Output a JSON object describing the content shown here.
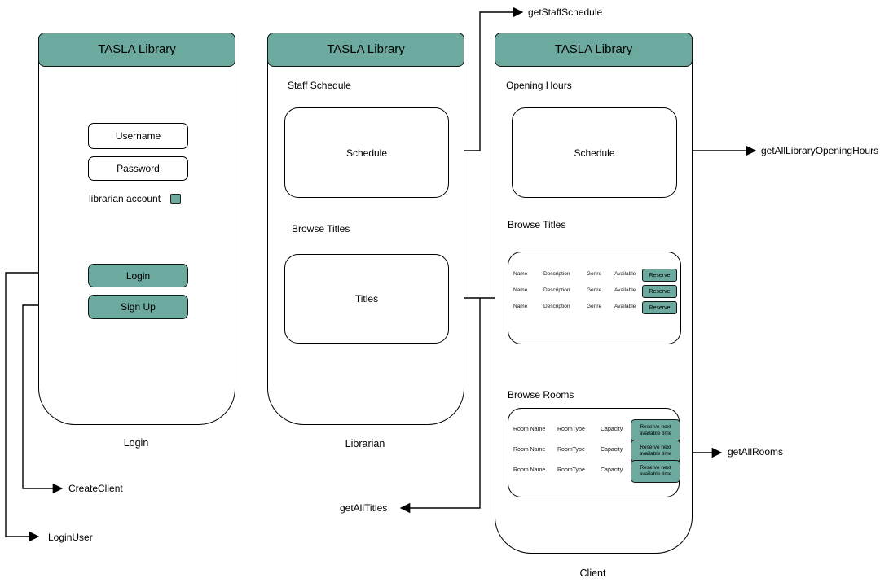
{
  "colors": {
    "accent_teal": "#6CA99E",
    "stroke": "#000000",
    "background": "#FFFFFF"
  },
  "screens": {
    "login": {
      "header": "TASLA Library",
      "username_placeholder": "Username",
      "password_placeholder": "Password",
      "librarian_checkbox_label": "librarian account",
      "login_button": "Login",
      "signup_button": "Sign Up",
      "caption": "Login"
    },
    "librarian": {
      "header": "TASLA Library",
      "staff_schedule_label": "Staff Schedule",
      "schedule_box": "Schedule",
      "browse_titles_label": "Browse Titles",
      "titles_box": "Titles",
      "caption": "Librarian"
    },
    "client": {
      "header": "TASLA Library",
      "opening_hours_label": "Opening Hours",
      "schedule_box": "Schedule",
      "browse_titles_label": "Browse Titles",
      "titles_table": {
        "rows": [
          {
            "name": "Name",
            "description": "Description",
            "genre": "Genre",
            "available": "Available",
            "reserve": "Reserve"
          },
          {
            "name": "Name",
            "description": "Description",
            "genre": "Genre",
            "available": "Available",
            "reserve": "Reserve"
          },
          {
            "name": "Name",
            "description": "Description",
            "genre": "Genre",
            "available": "Available",
            "reserve": "Reserve"
          }
        ]
      },
      "browse_rooms_label": "Browse Rooms",
      "rooms_table": {
        "rows": [
          {
            "room_name": "Room Name",
            "room_type": "RoomType",
            "capacity": "Capacity",
            "reserve": "Reserve next available time"
          },
          {
            "room_name": "Room Name",
            "room_type": "RoomType",
            "capacity": "Capacity",
            "reserve": "Reserve next available time"
          },
          {
            "room_name": "Room Name",
            "room_type": "RoomType",
            "capacity": "Capacity",
            "reserve": "Reserve next available time"
          }
        ]
      },
      "caption": "Client"
    }
  },
  "edge_labels": {
    "get_staff_schedule": "getStaffSchedule",
    "get_all_library_opening_hours": "getAllLibraryOpeningHours",
    "get_all_rooms": "getAllRooms",
    "get_all_titles": "getAllTitles",
    "create_client": "CreateClient",
    "login_user": "LoginUser"
  }
}
